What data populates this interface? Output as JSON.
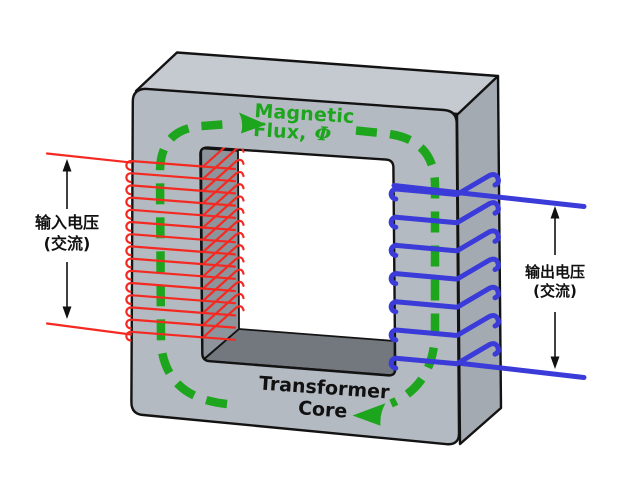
{
  "title": "Transformer diagram",
  "labels": {
    "flux_line1": "Magnetic",
    "flux_line2": "Flux,",
    "flux_symbol": "Φ",
    "core_line1": "Transformer",
    "core_line2": "Core",
    "input_line1": "输入电压",
    "input_line2": "(交流)",
    "output_line1": "输出电压",
    "output_line2": "(交流)"
  },
  "coils": {
    "primary_turns": 15,
    "secondary_turns": 7
  },
  "colors": {
    "flux_green": "#1ea51e",
    "coil_red": "#f42a22",
    "coil_blue": "#3b3bd9",
    "core_front": "#b4bac1",
    "core_top": "#c5cad0",
    "core_side": "#a3aab1",
    "core_inner_left": "#8d949b",
    "core_inner_bottom": "#73787e",
    "outline": "#131313",
    "label_black": "#111111",
    "background": "#ffffff"
  }
}
